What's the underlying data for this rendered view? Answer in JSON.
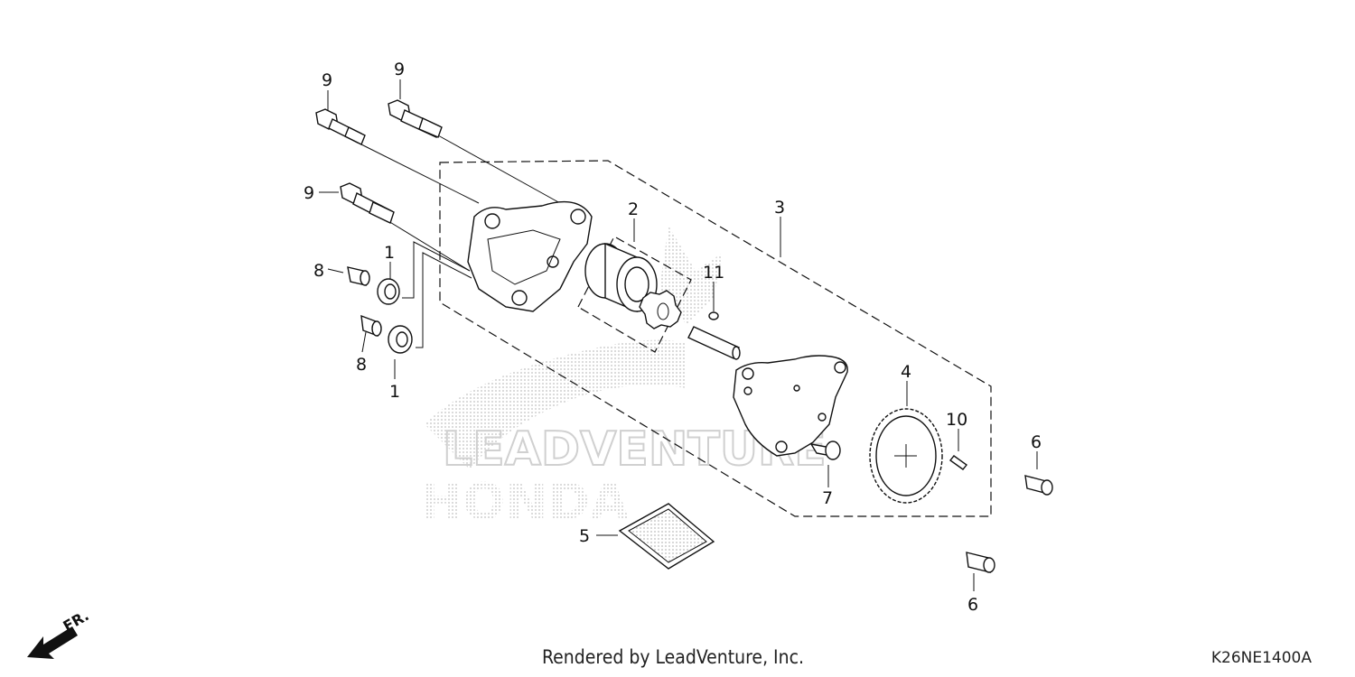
{
  "diagram": {
    "callouts": [
      {
        "id": "c9a",
        "text": "9"
      },
      {
        "id": "c9b",
        "text": "9"
      },
      {
        "id": "c9c",
        "text": "9"
      },
      {
        "id": "c8a",
        "text": "8"
      },
      {
        "id": "c8b",
        "text": "8"
      },
      {
        "id": "c1a",
        "text": "1"
      },
      {
        "id": "c1b",
        "text": "1"
      },
      {
        "id": "c2",
        "text": "2"
      },
      {
        "id": "c3",
        "text": "3"
      },
      {
        "id": "c11",
        "text": "11"
      },
      {
        "id": "c4",
        "text": "4"
      },
      {
        "id": "c10",
        "text": "10"
      },
      {
        "id": "c7",
        "text": "7"
      },
      {
        "id": "c5",
        "text": "5"
      },
      {
        "id": "c6a",
        "text": "6"
      },
      {
        "id": "c6b",
        "text": "6"
      }
    ],
    "direction_label": "FR.",
    "watermark_text": [
      "LEADVENTURE",
      "HONDA"
    ]
  },
  "footer": {
    "credit": "Rendered by LeadVenture, Inc.",
    "diagram_code": "K26NE1400A"
  }
}
